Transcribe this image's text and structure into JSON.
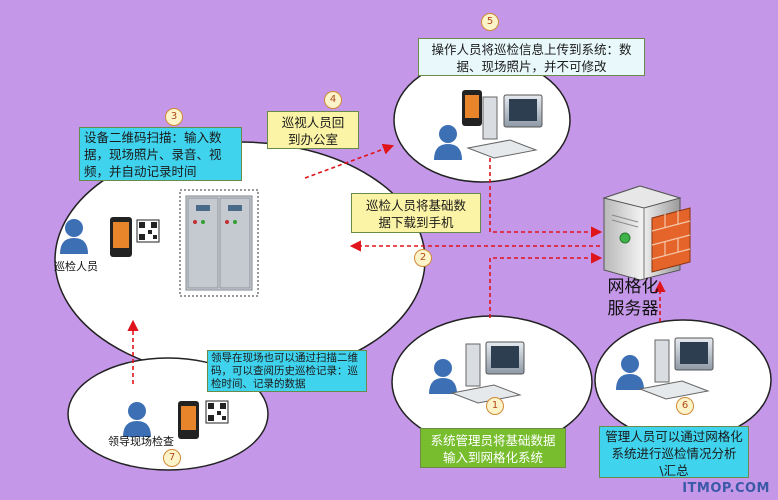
{
  "nodes": {
    "step1": {
      "num": "1",
      "caption": "系统管理员将基础数据输入到网格化系统"
    },
    "step2": {
      "num": "2",
      "caption": "巡检人员将基础数据下载到手机"
    },
    "step3": {
      "num": "3",
      "caption": "设备二维码扫描：输入数据，现场照片、录音、视频，并自动记录时间"
    },
    "step4": {
      "num": "4",
      "caption": "巡视人员回到办公室"
    },
    "step5": {
      "num": "5",
      "caption": "操作人员将巡检信息上传到系统：数据、现场照片，并不可修改"
    },
    "step6": {
      "num": "6",
      "caption": "管理人员可以通过网格化系统进行巡检情况分析\\汇总"
    },
    "step7": {
      "num": "7",
      "caption": "领导在现场也可以通过扫描二维码，可以查阅历史巡检记录：巡检时间、记录的数据"
    }
  },
  "labels": {
    "inspector": "巡检人员",
    "leader": "领导现场检查",
    "server": "网格化服务器"
  },
  "watermark": "ITMOP.COM",
  "colors": {
    "background": "#c597e8",
    "arrow": "#e0151b",
    "cyan": "#3fd3ee",
    "yellow": "#fbf3a5",
    "green": "#77bd2e"
  }
}
